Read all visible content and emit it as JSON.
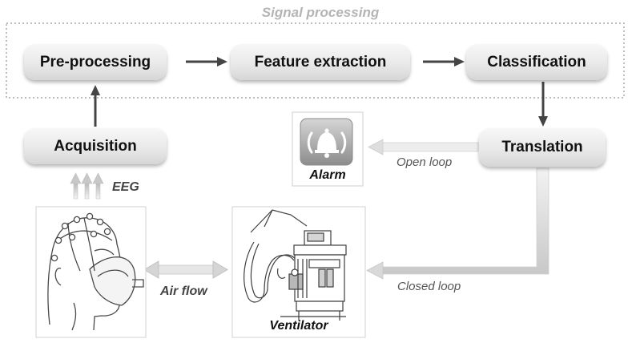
{
  "group": {
    "title": "Signal processing"
  },
  "nodes": {
    "preprocessing": "Pre-processing",
    "feature_extraction": "Feature extraction",
    "classification": "Classification",
    "acquisition": "Acquisition",
    "translation": "Translation"
  },
  "labels": {
    "eeg": "EEG",
    "open_loop": "Open loop",
    "closed_loop": "Closed loop",
    "air_flow": "Air flow",
    "alarm": "Alarm",
    "ventilator": "Ventilator"
  }
}
